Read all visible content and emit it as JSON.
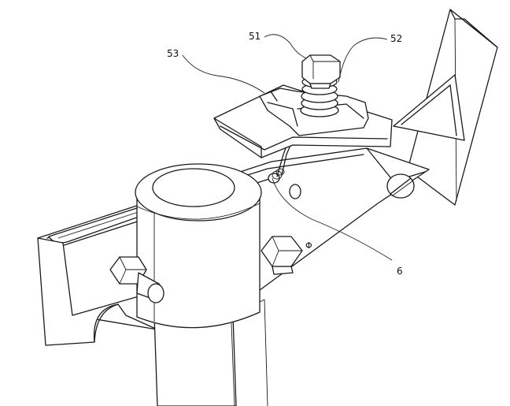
{
  "figure": {
    "labels": {
      "part_51": "51",
      "part_52": "52",
      "part_53": "53",
      "part_6": "6"
    },
    "bolt_mark": "Φ"
  },
  "colors": {
    "stroke": "#1a1a1a",
    "fill": "#ffffff"
  }
}
